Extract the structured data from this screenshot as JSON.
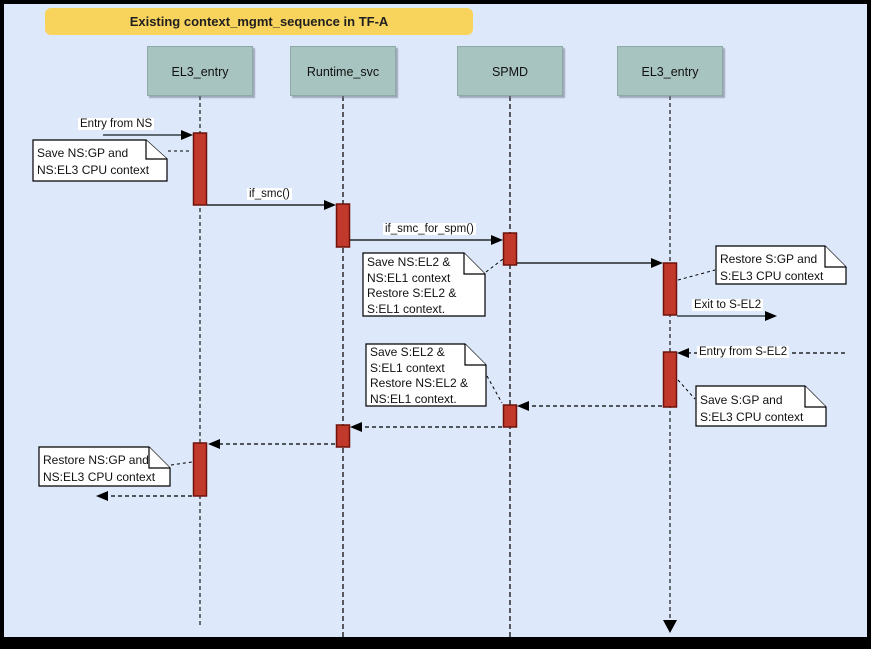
{
  "title": {
    "text": "Existing context_mgmt_sequence in TF-A"
  },
  "actors": [
    {
      "label": "EL3_entry"
    },
    {
      "label": "Runtime_svc"
    },
    {
      "label": "SPMD"
    },
    {
      "label": "EL3_entry"
    }
  ],
  "messages": {
    "entry_from_ns": "Entry from NS",
    "if_smc": "if_smc()",
    "if_smc_for_spm": "if_smc_for_spm()",
    "exit_to_s_el2": "Exit to S-EL2",
    "entry_from_s_el2": "Entry from S-EL2"
  },
  "notes": {
    "save_ns_gp": "Save NS:GP and\nNS:EL3 CPU context",
    "save_ns_el2": "Save NS:EL2 &\nNS:EL1 context\nRestore S:EL2 &\nS:EL1 context.",
    "restore_s_gp": "Restore S:GP and\nS:EL3 CPU context",
    "save_s_gp": "Save S:GP and\nS:EL3 CPU context",
    "save_s_el2": "Save S:EL2 &\nS:EL1 context\nRestore NS:EL2 &\nNS:EL1 context.",
    "restore_ns_gp": "Restore NS:GP and\nNS:EL3 CPU context"
  },
  "colors": {
    "background": "#dde8fb",
    "frame": "#000000",
    "title_bg": "#f9d45c",
    "actor_bg": "#a7c4c0",
    "activation_fill": "#c0392b",
    "activation_border": "#6e120b",
    "external_arrow": "#5f6a73",
    "internal_arrow": "#000000",
    "note_bg": "#ffffff"
  }
}
